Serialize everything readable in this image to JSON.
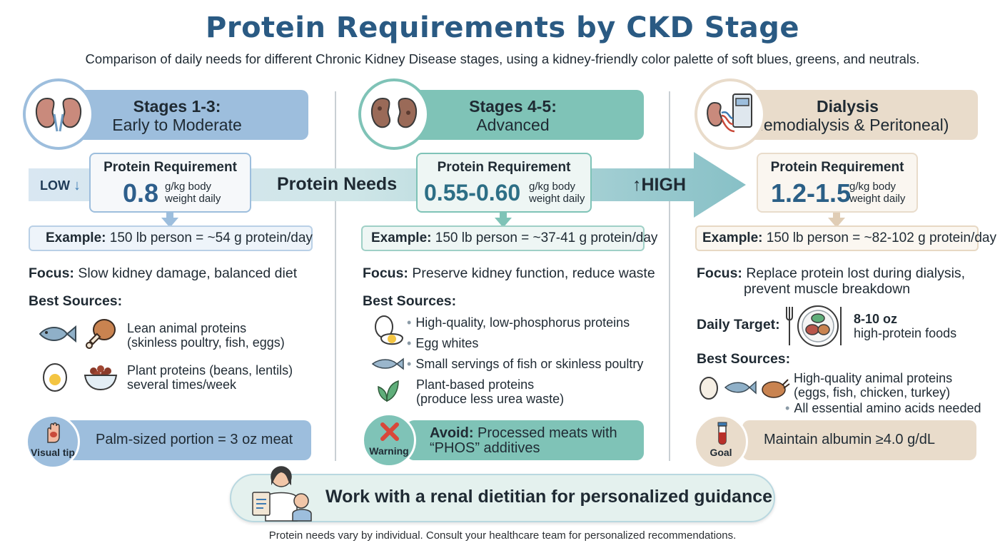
{
  "header": {
    "title": "Protein Requirements by CKD Stage",
    "subtitle": "Comparison of daily needs for different Chronic Kidney Disease stages, using a kidney-friendly color palette of soft blues, greens, and neutrals."
  },
  "scale": {
    "low_label": "LOW",
    "low_arrow": "↓",
    "center_label": "Protein Needs",
    "high_arrow": "↑",
    "high_label": "HIGH"
  },
  "stages": [
    {
      "name": "Stages 1-3:",
      "desc": "Early to Moderate",
      "req_title": "Protein Requirement",
      "req_value": "0.8",
      "req_unit_1": "g/kg body",
      "req_unit_2": "weight daily",
      "example_label": "Example:",
      "example_text": "150 lb person = ~54 g protein/day",
      "focus_label": "Focus:",
      "focus_text": "Slow kidney damage, balanced diet",
      "sources_title": "Best Sources:",
      "sources": [
        {
          "line1": "Lean animal proteins",
          "line2": "(skinless poultry, fish, eggs)",
          "icons": [
            "fish-icon",
            "chicken-leg-icon"
          ]
        },
        {
          "line1": "Plant proteins (beans, lentils)",
          "line2": "several times/week",
          "icons": [
            "egg-icon",
            "bean-bowl-icon"
          ]
        }
      ],
      "tip_caption": "Visual tip",
      "tip_text": "Palm-sized portion = 3 oz meat"
    },
    {
      "name": "Stages 4-5:",
      "desc": "Advanced",
      "req_title": "Protein Requirement",
      "req_value": "0.55-0.60",
      "req_unit_1": "g/kg body",
      "req_unit_2": "weight daily",
      "example_label": "Example:",
      "example_text": "150 lb person = ~37-41 g protein/day",
      "focus_label": "Focus:",
      "focus_text": "Preserve kidney function, reduce waste",
      "sources_title": "Best Sources:",
      "sources": [
        {
          "text": "High-quality, low-phosphorus proteins"
        },
        {
          "text": "Egg whites"
        },
        {
          "text": "Small servings of fish or skinless poultry"
        },
        {
          "text": "Plant-based proteins",
          "text2": "(produce less urea waste)"
        }
      ],
      "warning_caption": "Warning",
      "warning_label": "Avoid:",
      "warning_text_1": "Processed meats with",
      "warning_text_2": "“PHOS” additives"
    },
    {
      "name": "Dialysis",
      "desc": "(Hemodialysis & Peritoneal)",
      "req_title": "Protein Requirement",
      "req_value": "1.2-1.5",
      "req_unit_1": "g/kg body",
      "req_unit_2": "weight daily",
      "example_label": "Example:",
      "example_text": "150 lb person = ~82-102 g protein/day",
      "focus_label": "Focus:",
      "focus_text_1": "Replace protein lost during dialysis,",
      "focus_text_2": "prevent muscle breakdown",
      "target_label": "Daily Target:",
      "target_value": "8-10 oz",
      "target_desc": "high-protein foods",
      "sources_title": "Best Sources:",
      "sources_line1": "High-quality animal proteins",
      "sources_line2": "(eggs, fish, chicken, turkey)",
      "sources_line3": "All essential amino acids needed",
      "goal_caption": "Goal",
      "goal_text": "Maintain albumin ≥4.0 g/dL"
    }
  ],
  "footer": {
    "cta": "Work with a renal dietitian for personalized guidance",
    "note": "Protein needs vary by individual. Consult your healthcare team for personalized recommendations."
  },
  "colors": {
    "title": "#2a5a83",
    "stage1": "#9dbedd",
    "stage2": "#7fc3b7",
    "stage3": "#e9dccb",
    "stage1_value": "#2e5f8c",
    "stage2_value": "#2d6f86",
    "stage3_value": "#2a5f86"
  }
}
